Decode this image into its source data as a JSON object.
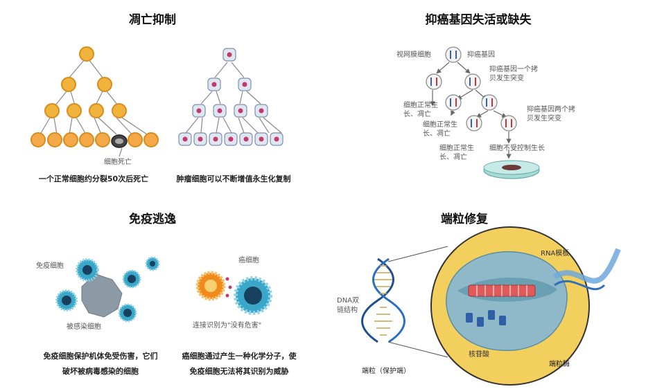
{
  "panels": {
    "apoptosis": {
      "title": "凋亡抑制",
      "normal_caption": "一个正常细胞约分裂50次后死亡",
      "death_label": "细胞死亡",
      "tumor_caption": "肿瘤细胞可以不断增值永生化复制"
    },
    "suppressor": {
      "title": "抑癌基因失活或缺失",
      "retinal_label": "视网膜细胞",
      "gene_label": "抑癌基因",
      "copy_mutation": "抑癌基因一个拷贝发生突变",
      "normal_growth_1": "细胞正常生长、凋亡",
      "normal_growth_2": "细胞正常生长、凋亡",
      "normal_growth_3": "细胞正常生长、凋亡",
      "two_copies": "抑癌基因两个拷贝发生突变",
      "uncontrolled": "细胞不受控制生长"
    },
    "immune": {
      "title": "免疫逃逸",
      "immune_cell_label": "免疫细胞",
      "infected_label": "被感染细胞",
      "cancer_cell_label": "癌细胞",
      "no_danger_label": "连接识别为\"没有危害\"",
      "caption_left_1": "免疫细胞保护机体免受伤害，它们",
      "caption_left_2": "破坏被病毒感染的细胞",
      "caption_right_1": "癌细胞通过产生一种化学分子，使",
      "caption_right_2": "免疫细胞无法将其识别为威胁"
    },
    "telomere": {
      "title": "端粒修复",
      "dna_label_1": "DNA双",
      "dna_label_2": "链结构",
      "rna_label": "RNA模板",
      "nucleotide_label": "核苷酸",
      "telomere_label": "端粒（保护端）",
      "telomerase_label": "端粒酶"
    }
  },
  "colors": {
    "normal_cell": "#f0b43c",
    "normal_cell_border": "#d98c1a",
    "tumor_cell": "#dfe6f0",
    "immune_cell": "#3aa7c9",
    "cancer_cell": "#f08a1c",
    "enzyme_bg": "#f3cf5e",
    "dna": "#1f4f8f"
  }
}
